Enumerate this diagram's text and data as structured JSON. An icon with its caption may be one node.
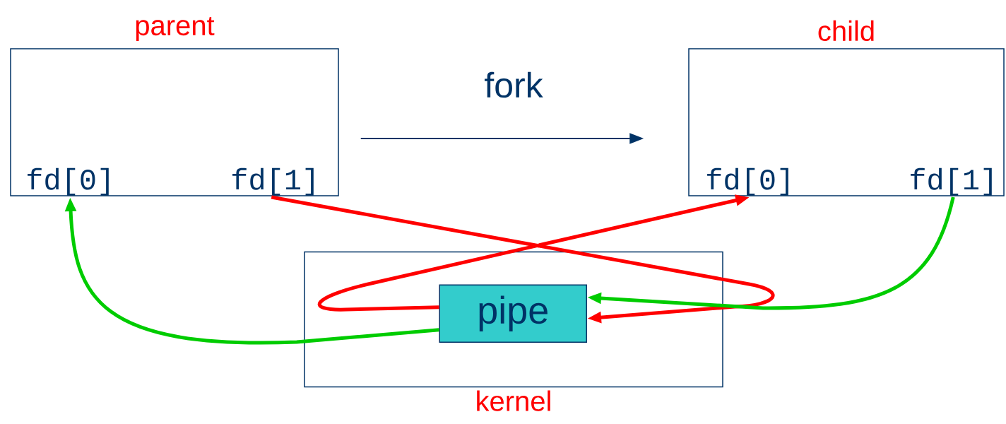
{
  "diagram": {
    "nodes": [
      {
        "text": [
          "parent"
        ]
      },
      {
        "text": [
          "child"
        ]
      },
      {
        "text": [
          "kernel"
        ]
      },
      {
        "text": [
          "pipe"
        ],
        "in": 2
      },
      {
        "text": [
          "fd[0]"
        ],
        "in": 0
      },
      {
        "text": [
          "fd[1]"
        ],
        "in": 0
      },
      {
        "text": [
          "fd[0]"
        ],
        "in": 1
      },
      {
        "text": [
          "fd[1]"
        ],
        "in": 1
      }
    ],
    "edges": [
      {
        "from": 0,
        "to": 1,
        "arrow": "to",
        "label": "fork",
        "color": "#003366"
      },
      {
        "from": 5,
        "to": 3,
        "arrow": "to",
        "color": "#ff0000"
      },
      {
        "from": 3,
        "to": 6,
        "arrow": "to",
        "color": "#ff0000"
      },
      {
        "from": 7,
        "to": 3,
        "arrow": "to",
        "color": "#00cc00"
      },
      {
        "from": 3,
        "to": 4,
        "arrow": "to",
        "color": "#00cc00"
      }
    ]
  }
}
